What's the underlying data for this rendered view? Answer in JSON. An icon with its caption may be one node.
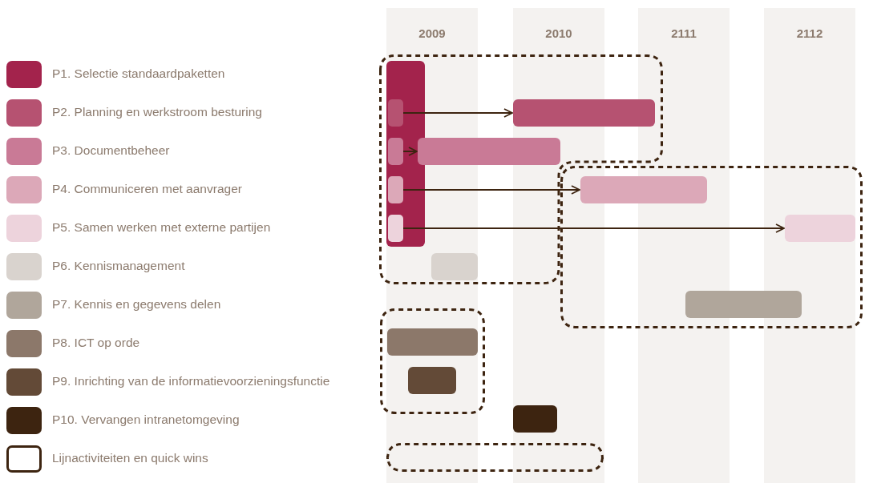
{
  "diagram": {
    "nodes": [
      {
        "text": [],
        "shape": "frame"
      },
      {
        "text": [],
        "shape": "bar",
        "in": 0
      },
      {
        "text": [],
        "shape": "box",
        "in": 1
      },
      {
        "text": [],
        "shape": "bar",
        "in": 0
      },
      {
        "text": [],
        "shape": "box",
        "in": 1
      },
      {
        "text": [],
        "shape": "bar",
        "in": 0
      },
      {
        "text": [],
        "shape": "frame"
      },
      {
        "text": [],
        "shape": "box",
        "in": 1
      },
      {
        "text": [],
        "shape": "bar",
        "in": 6
      },
      {
        "text": [],
        "shape": "box",
        "in": 1
      },
      {
        "text": [],
        "shape": "bar",
        "in": 6
      },
      {
        "text": [],
        "shape": "bar",
        "in": 0
      },
      {
        "text": [],
        "shape": "bar",
        "in": 6
      },
      {
        "text": [],
        "shape": "frame"
      },
      {
        "text": [],
        "shape": "bar",
        "in": 13
      },
      {
        "text": [],
        "shape": "bar",
        "in": 13
      },
      {
        "text": [],
        "shape": "bar"
      },
      {
        "text": [],
        "shape": "frame"
      }
    ],
    "edges": [
      {
        "from": 2,
        "to": 3,
        "arrow": "to"
      },
      {
        "from": 4,
        "to": 5,
        "arrow": "to"
      },
      {
        "from": 7,
        "to": 8,
        "arrow": "to"
      },
      {
        "from": 9,
        "to": 10,
        "arrow": "to"
      }
    ],
    "labels": [
      "2009",
      "2010",
      "2111",
      "2112"
    ],
    "legend": [
      {
        "text": "P1. Selectie standaardpaketten",
        "color": "#a3234c"
      },
      {
        "text": "P2. Planning en werkstroom besturing",
        "color": "#b65271"
      },
      {
        "text": "P3. Documentbeheer",
        "color": "#c97a96"
      },
      {
        "text": "P4. Communiceren met aanvrager",
        "color": "#dca8b8"
      },
      {
        "text": "P5. Samen werken met externe partijen",
        "color": "#edd3dc"
      },
      {
        "text": "P6. Kennismanagement",
        "color": "#d9d3ce"
      },
      {
        "text": "P7. Kennis en gegevens delen",
        "color": "#b0a69b"
      },
      {
        "text": "P8. ICT op orde",
        "color": "#8c786a"
      },
      {
        "text": "P9. Inrichting van de informatievoorzieningsfunctie",
        "color": "#634a37"
      },
      {
        "text": "P10. Vervangen intranetomgeving",
        "color": "#3d2410"
      },
      {
        "text": "Lijnactiviteiten en quick wins"
      }
    ]
  }
}
